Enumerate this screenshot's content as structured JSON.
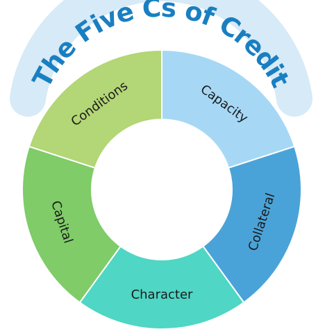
{
  "title": "The Five Cs of Credit",
  "colors": {
    "title_text": "#1a7fc1",
    "title_band": "#d6eaf7",
    "segment_outline": "#ffffff",
    "center_fill": "#ffffff",
    "label_text": "#1a1a1a"
  },
  "segments": [
    {
      "id": "capacity",
      "label": "Capacity",
      "color": "#a6d8f5"
    },
    {
      "id": "collateral",
      "label": "Collateral",
      "color": "#4aa3d8"
    },
    {
      "id": "character",
      "label": "Character",
      "color": "#4fd6c4"
    },
    {
      "id": "capital",
      "label": "Capital",
      "color": "#7fcc68"
    },
    {
      "id": "conditions",
      "label": "Conditions",
      "color": "#b3d676"
    }
  ]
}
